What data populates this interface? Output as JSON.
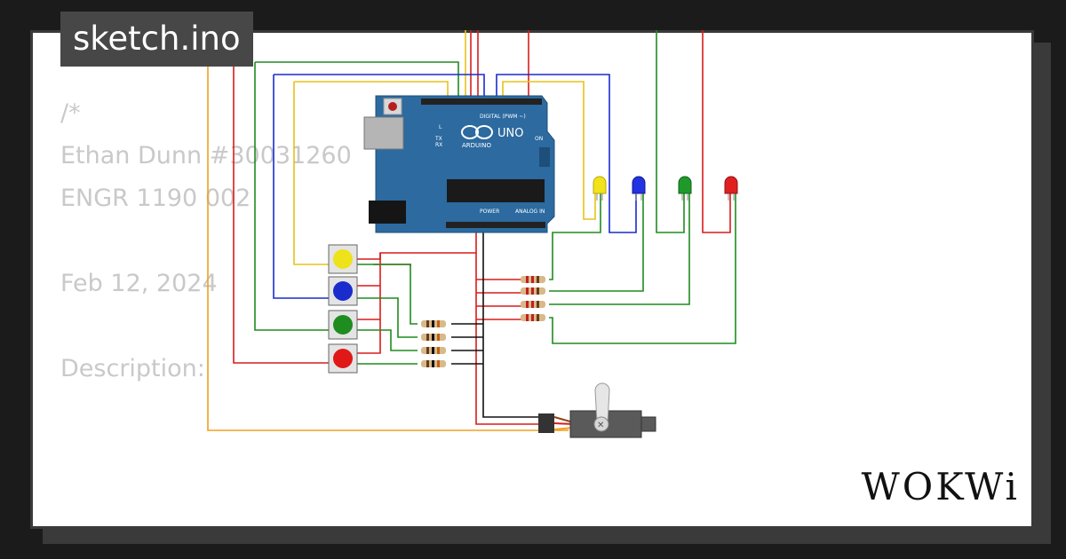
{
  "title": "sketch.ino",
  "code_lines": [
    "/*",
    "Ethan Dunn #30031260",
    "ENGR 1190 002",
    "",
    "Feb 12, 2024",
    "",
    "Description:"
  ],
  "board": {
    "brand": "ARDUINO",
    "model": "UNO",
    "header_digital": "DIGITAL (PWM ~)",
    "header_power": "POWER",
    "header_analog": "ANALOG IN",
    "label_on": "ON",
    "label_l": "L",
    "label_tx": "TX",
    "label_rx": "RX"
  },
  "brand_logo": "WOKWi",
  "colors": {
    "board": "#2c6aa0",
    "wire_red": "#d91c1c",
    "wire_green": "#1f8c1f",
    "wire_blue": "#1a2ccc",
    "wire_yellow": "#e8c21a",
    "wire_orange": "#f0a020",
    "wire_black": "#111111"
  },
  "components": {
    "leds": [
      "yellow-led",
      "blue-led",
      "green-led",
      "red-led"
    ],
    "buttons": [
      "yellow-button",
      "blue-button",
      "green-button",
      "red-button"
    ],
    "resistors": 8,
    "servo": "servo-motor"
  }
}
